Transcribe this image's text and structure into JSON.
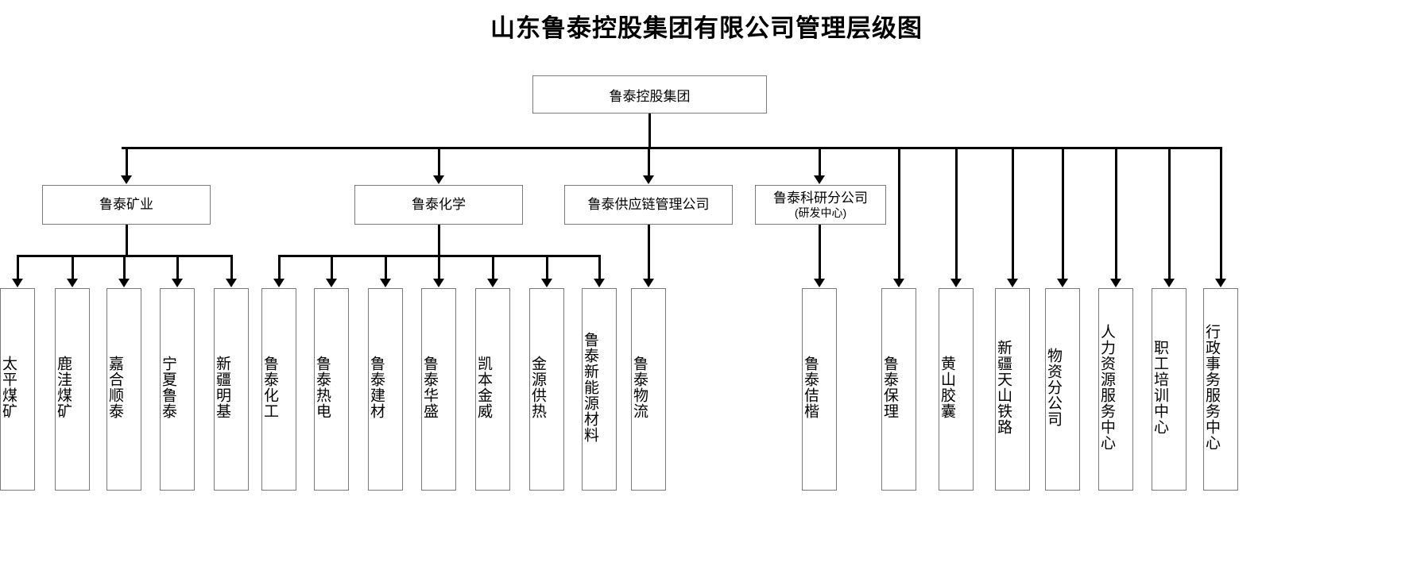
{
  "title": "山东鲁泰控股集团有限公司管理层级图",
  "colors": {
    "node_border": "#7b7b7b",
    "connector": "#000000",
    "background": "#ffffff",
    "text": "#000000"
  },
  "root": {
    "label": "鲁泰控股集团"
  },
  "level2": [
    {
      "id": "mining",
      "label": "鲁泰矿业",
      "sub": ""
    },
    {
      "id": "chemistry",
      "label": "鲁泰化学",
      "sub": ""
    },
    {
      "id": "supplychain",
      "label": "鲁泰供应链管理公司",
      "sub": ""
    },
    {
      "id": "research",
      "label": "鲁泰科研分公司",
      "sub": "(研发中心)"
    }
  ],
  "leaves": {
    "mining": [
      {
        "label": "太平煤矿"
      },
      {
        "label": "鹿洼煤矿"
      },
      {
        "label": "嘉合顺泰"
      },
      {
        "label": "宁夏鲁泰"
      },
      {
        "label": "新疆明基"
      }
    ],
    "chemistry": [
      {
        "label": "鲁泰化工"
      },
      {
        "label": "鲁泰热电"
      },
      {
        "label": "鲁泰建材"
      },
      {
        "label": "鲁泰华盛"
      },
      {
        "label": "凯本金威"
      },
      {
        "label": "金源供热"
      },
      {
        "label": "鲁泰新能源材料"
      }
    ],
    "supplychain": [
      {
        "label": "鲁泰物流"
      }
    ],
    "research": [
      {
        "label": "鲁泰佶楷"
      }
    ],
    "group": [
      {
        "label": "鲁泰保理"
      },
      {
        "label": "黄山胶囊"
      },
      {
        "label": "新疆天山铁路"
      },
      {
        "label": "物资分公司"
      },
      {
        "label": "人力资源服务中心"
      },
      {
        "label": "职工培训中心"
      },
      {
        "label": "行政事务服务中心"
      }
    ]
  }
}
